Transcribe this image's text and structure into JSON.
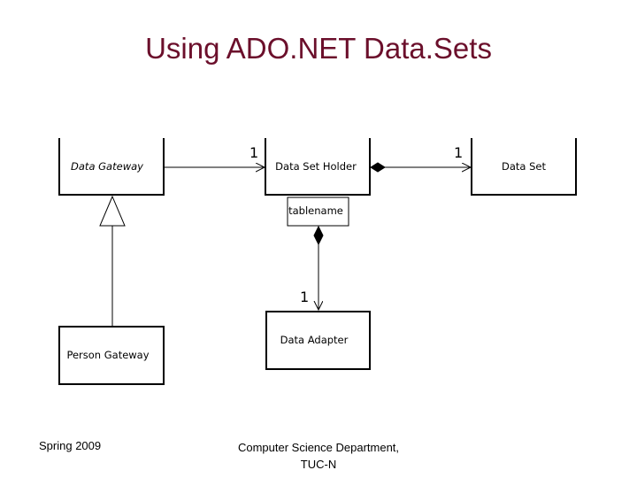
{
  "slide": {
    "title": "Using ADO.NET Data.Sets"
  },
  "diagram": {
    "classes": {
      "data_gateway": "Data Gateway",
      "data_set_holder": "Data Set Holder",
      "data_set": "Data Set",
      "tablename": "tablename",
      "data_adapter": "Data Adapter",
      "person_gateway": "Person Gateway"
    },
    "multiplicities": {
      "gateway_to_holder": "1",
      "holder_to_dataset": "1",
      "tablename_to_adapter": "1"
    }
  },
  "footer": {
    "left": "Spring 2009",
    "center_line1": "Computer Science Department,",
    "center_line2": "TUC-N"
  }
}
